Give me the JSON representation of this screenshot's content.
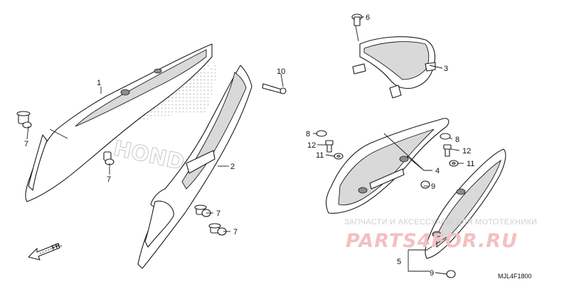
{
  "callouts": [
    {
      "label": "1"
    },
    {
      "label": "2"
    },
    {
      "label": "3"
    },
    {
      "label": "4"
    },
    {
      "label": "5"
    },
    {
      "label": "6"
    },
    {
      "label": "7"
    },
    {
      "label": "7"
    },
    {
      "label": "7"
    },
    {
      "label": "7"
    },
    {
      "label": "8"
    },
    {
      "label": "8"
    },
    {
      "label": "9"
    },
    {
      "label": "9"
    },
    {
      "label": "10"
    },
    {
      "label": "11"
    },
    {
      "label": "11"
    },
    {
      "label": "12"
    },
    {
      "label": "12"
    }
  ],
  "logo_text": "HONDA",
  "direction_label": "FR.",
  "watermark": {
    "subtitle": "ЗАПЧАСТИ И АКСЕССУАРЫ ДЛЯ МОТОТЕХНИКИ",
    "brand": "PARTS4FOR.RU"
  },
  "diagram_code": "MJL4F1800"
}
